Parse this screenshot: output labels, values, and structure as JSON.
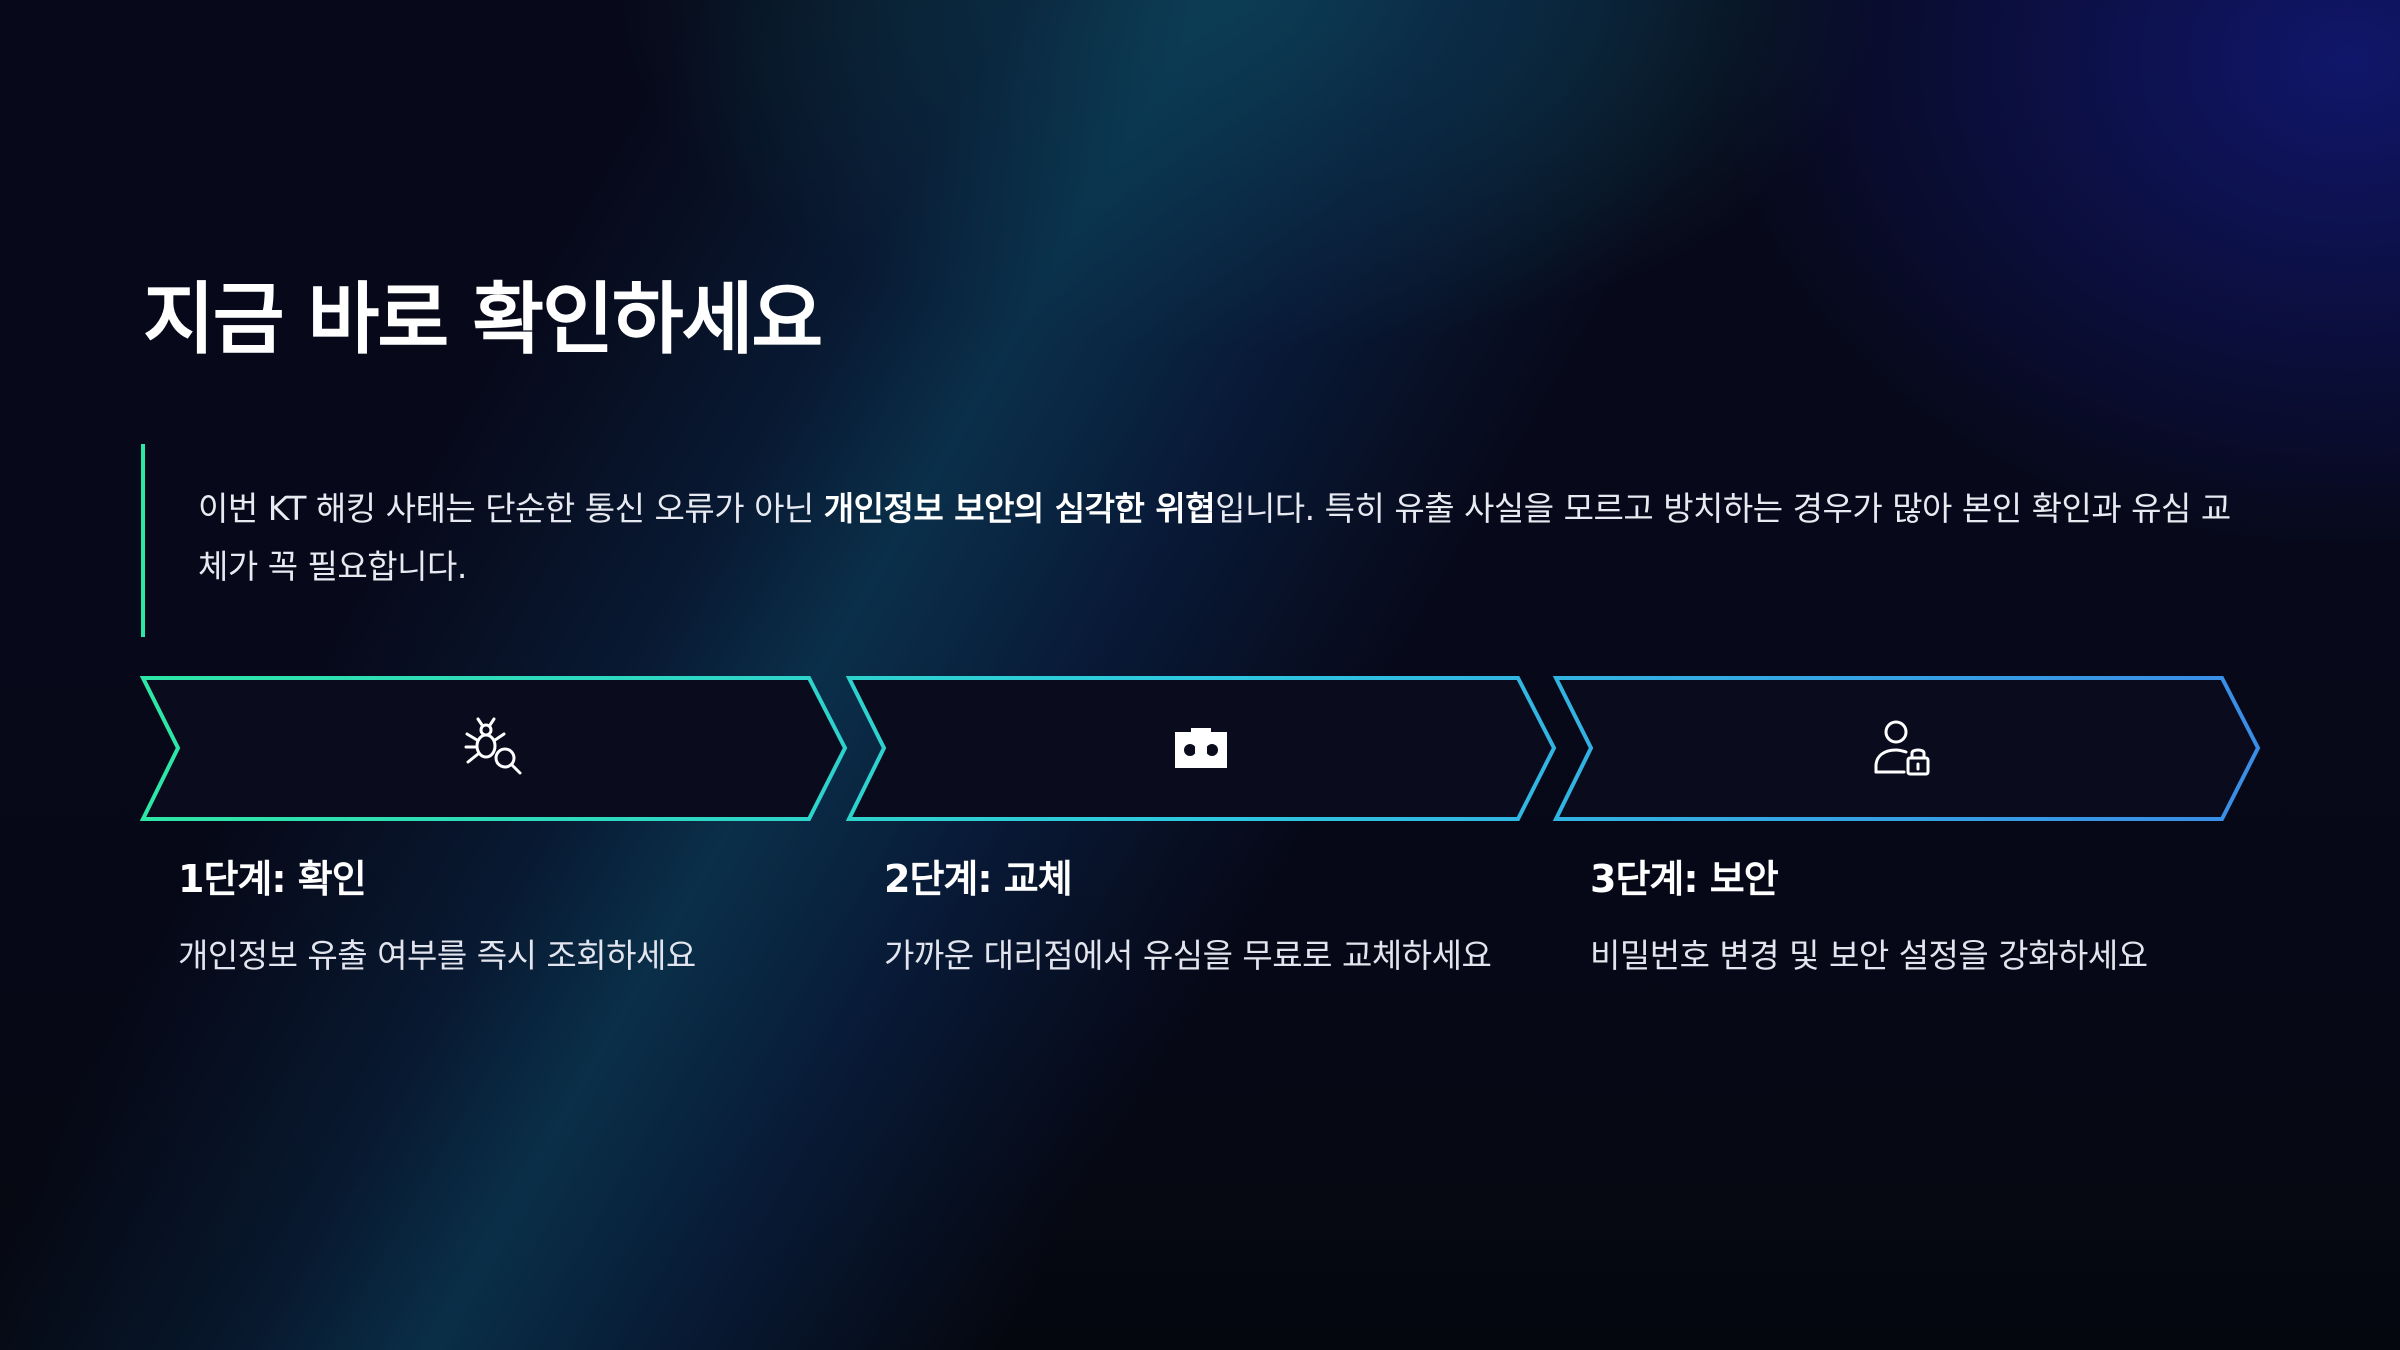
{
  "colors": {
    "accent_green": "#2ee6a6",
    "accent_cyan": "#2ec8e0",
    "accent_blue": "#3a8de6",
    "background": "#07091a"
  },
  "title": "지금 바로 확인하세요",
  "intro": {
    "text_before": "이번 KT 해킹 사태는 단순한 통신 오류가 아닌 ",
    "text_bold": "개인정보 보안의 심각한 위협",
    "text_after": "입니다. 특히 유출 사실을 모르고 방치하는 경우가 많아 본인 확인과 유심 교체가 꼭 필요합니다."
  },
  "steps": [
    {
      "icon": "bug-search-icon",
      "title": "1단계: 확인",
      "description": "개인정보 유출 여부를 즉시 조회하세요"
    },
    {
      "icon": "sim-card-icon",
      "title": "2단계: 교체",
      "description": "가까운 대리점에서 유심을 무료로 교체하세요"
    },
    {
      "icon": "user-lock-icon",
      "title": "3단계: 보안",
      "description": "비밀번호 변경 및 보안 설정을 강화하세요"
    }
  ]
}
